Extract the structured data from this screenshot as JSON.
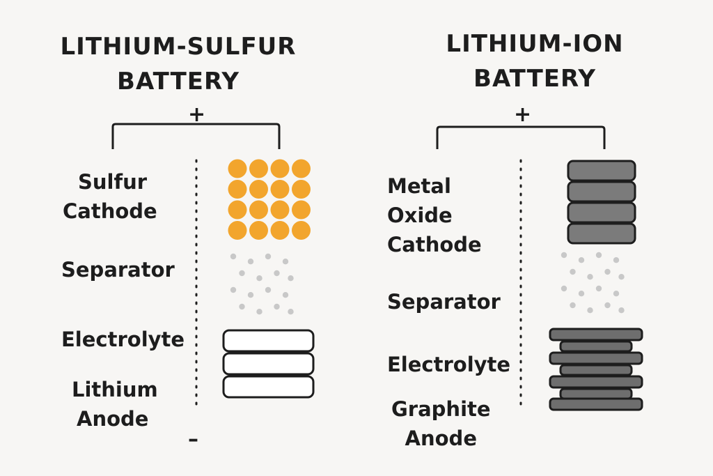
{
  "left": {
    "title_line1": "LITHIUM-SULFUR",
    "title_line2": "BATTERY",
    "plus": "+",
    "minus": "–",
    "labels": {
      "cathode": [
        "Sulfur",
        "Cathode"
      ],
      "separator": "Separator",
      "electrolyte": "Electrolyte",
      "anode": [
        "Lithium",
        "Anode"
      ]
    }
  },
  "right": {
    "title_line1": "LITHIUM-ION",
    "title_line2": "BATTERY",
    "plus": "+",
    "labels": {
      "cathode": [
        "Metal",
        "Oxide",
        "Cathode"
      ],
      "separator": "Separator",
      "electrolyte": "Electrolyte",
      "anode": [
        "Graphite",
        "Anode"
      ]
    }
  },
  "colors": {
    "sulfur": "#f2a52d",
    "metal_oxide": "#7b7b7b",
    "graphite": "#6e6e6e",
    "separator_dot": "#c8c8c8",
    "stroke": "#1d1d1d",
    "background": "#f7f6f4"
  }
}
